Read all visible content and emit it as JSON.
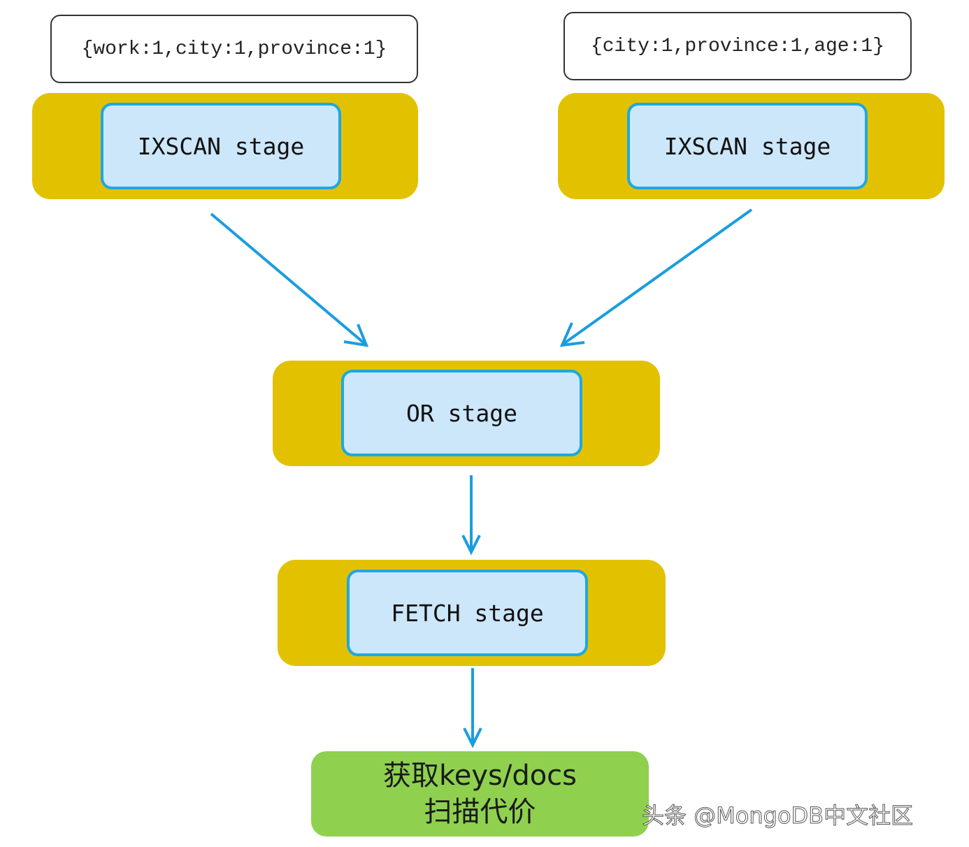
{
  "index_left": "{work:1,city:1,province:1}",
  "index_right": "{city:1,province:1,age:1}",
  "stages": {
    "ixscan_left": "IXSCAN stage",
    "ixscan_right": "IXSCAN stage",
    "or": "OR stage",
    "fetch": "FETCH stage"
  },
  "result": {
    "line1": "获取keys/docs",
    "line2": "扫描代价"
  },
  "watermark": "头条 @MongoDB中文社区",
  "colors": {
    "stage_outer": "#e2c200",
    "stage_inner": "#cce6fa",
    "stage_border": "#1ea8e0",
    "arrow": "#1a9de0",
    "result": "#8fd14f"
  }
}
